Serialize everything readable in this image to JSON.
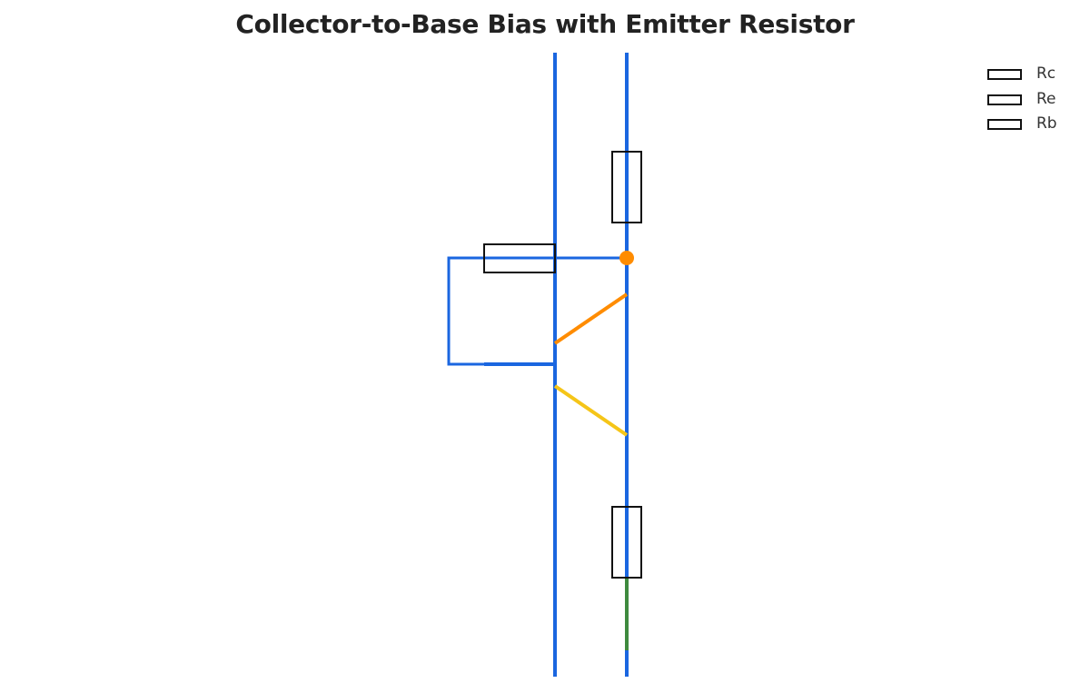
{
  "diagram": {
    "title": "Collector-to-Base Bias with Emitter Resistor",
    "legend": [
      {
        "label": "Rc"
      },
      {
        "label": "Re"
      },
      {
        "label": "Rb"
      }
    ],
    "colors": {
      "wire": "#1a66e0",
      "resistor_outline": "#111111",
      "node": "#ff8c00",
      "base_emitter_lead": "#ff8c00",
      "collector_lead": "#f5c518",
      "ground_segment": "#3e8a3e",
      "title": "#222222"
    }
  }
}
